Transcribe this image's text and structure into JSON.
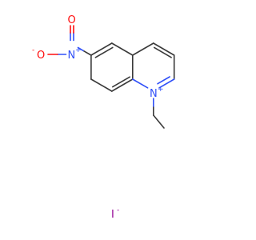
{
  "molecule": {
    "atoms": {
      "oxygen_minus": "O",
      "oxygen_minus_charge": "-",
      "oxygen_double": "O",
      "nitro_n": "N",
      "nitro_n_charge": "+",
      "ring_n": "N",
      "ring_n_charge": "+"
    },
    "counter_ion": {
      "symbol": "I",
      "charge": "-"
    },
    "colors": {
      "bond": "#3a3a3a",
      "oxygen": "#ff0d0d",
      "nitrogen": "#3050f8",
      "iodine": "#940094"
    }
  }
}
